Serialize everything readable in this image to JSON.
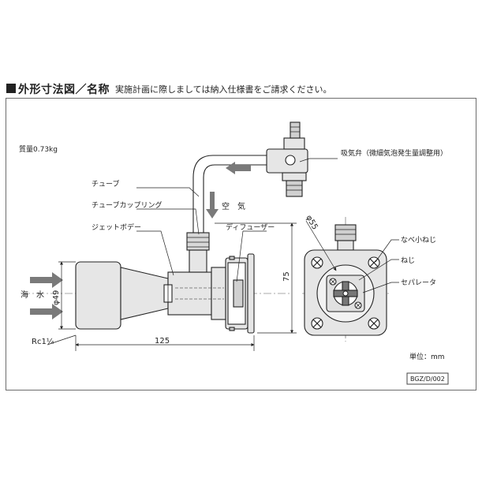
{
  "header": {
    "title": "外形寸法図／名称",
    "note": "実施計画に際しましては納入仕様書をご請求ください。"
  },
  "drawing": {
    "weight": "質量0.73kg",
    "labels": {
      "intake_valve": "吸気弁（微細気泡発生量調整用）",
      "tube": "チューブ",
      "tube_coupling": "チューブカップリング",
      "jet_body": "ジェットボデー",
      "diffuser": "ディフューザー",
      "pan_head_screw": "なべ小ねじ",
      "screw": "ねじ",
      "separator": "セパレータ",
      "air": "空　気",
      "seawater": "海　水"
    },
    "dimensions": {
      "inlet_diameter": "φ49",
      "thread": "Rc1¼",
      "length": "125",
      "height": "75",
      "flange_diameter": "φ55"
    },
    "unit": "単位：mm",
    "drawing_id": "BGZ/D/002"
  },
  "colors": {
    "line": "#222222",
    "body_fill": "#e6e6e6",
    "arrow_fill": "#7a7a7a",
    "frame": "#6d6d6d"
  }
}
